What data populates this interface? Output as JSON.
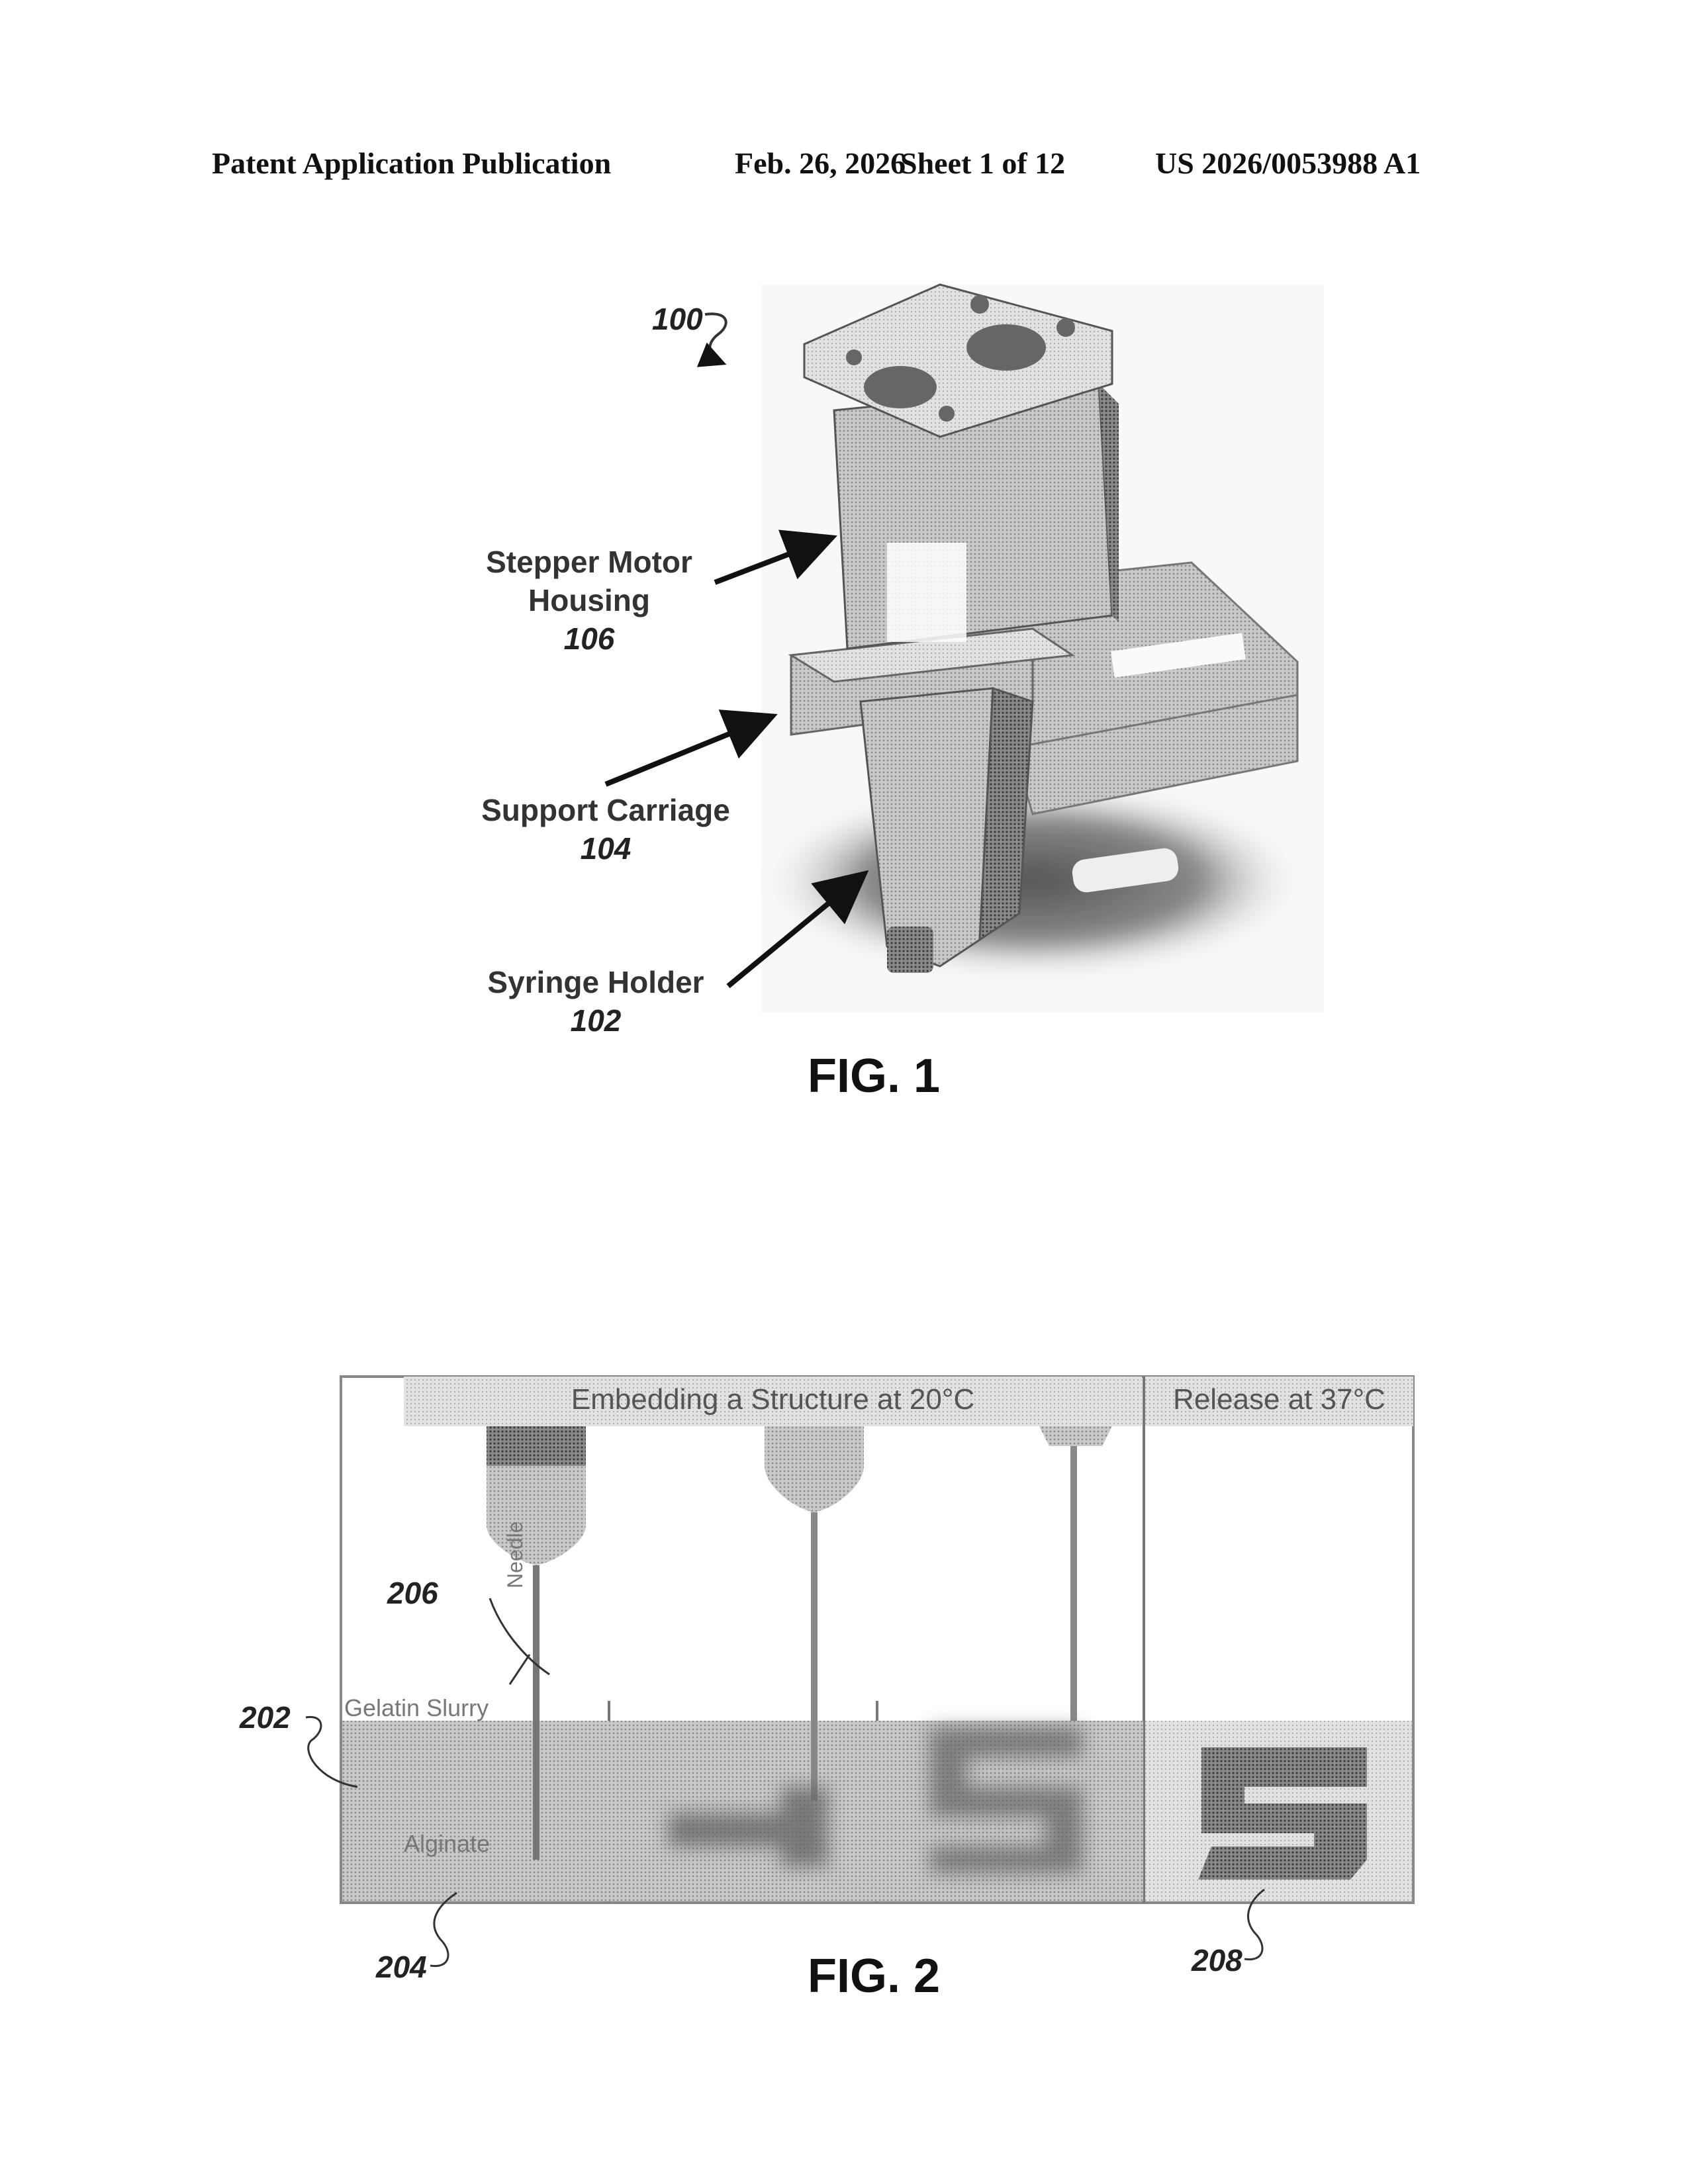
{
  "header": {
    "publication": "Patent Application Publication",
    "date": "Feb. 26, 2026",
    "sheet": "Sheet 1 of 12",
    "number": "US 2026/0053988 A1"
  },
  "fig1": {
    "caption": "FIG. 1",
    "ref_assembly": "100",
    "callouts": [
      {
        "line1": "Stepper Motor",
        "line2": "Housing",
        "ref": "106"
      },
      {
        "line1": "Support Carriage",
        "ref": "104"
      },
      {
        "line1": "Syringe Holder",
        "ref": "102"
      }
    ]
  },
  "fig2": {
    "caption": "FIG. 2",
    "headers": {
      "embedding": "Embedding a Structure at 20°C",
      "release": "Release at 37°C"
    },
    "labels": {
      "needle": "Needle",
      "slurry": "Gelatin Slurry",
      "alginate": "Alginate"
    },
    "refs": {
      "r202": "202",
      "r204": "204",
      "r206": "206",
      "r208": "208"
    }
  }
}
